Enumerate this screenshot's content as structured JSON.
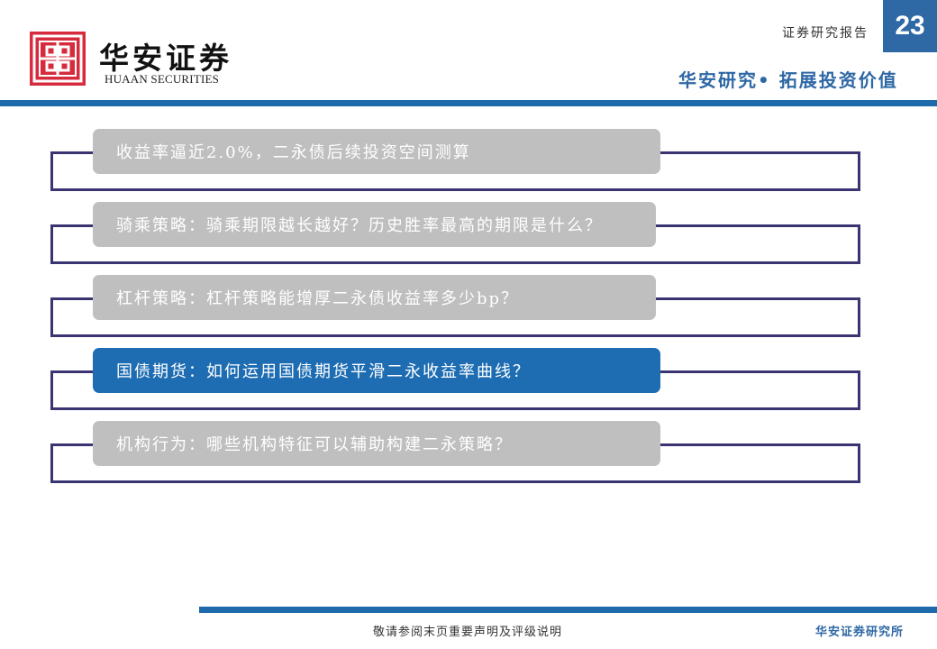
{
  "header": {
    "logo_cn": "华安证券",
    "logo_en": "HUAAN SECURITIES",
    "report_label": "证券研究报告",
    "page_number": "23",
    "slogan": "华安研究• 拓展投资价值"
  },
  "agenda": {
    "items": [
      {
        "label": "收益率逼近2.0%，二永债后续投资空间测算",
        "active": false
      },
      {
        "label": "骑乘策略：骑乘期限越长越好？历史胜率最高的期限是什么？",
        "active": false
      },
      {
        "label": "杠杆策略：杠杆策略能增厚二永债收益率多少bp？",
        "active": false
      },
      {
        "label": "国债期货：如何运用国债期货平滑二永收益率曲线？",
        "active": true
      },
      {
        "label": "机构行为：哪些机构特征可以辅助构建二永策略？",
        "active": false
      }
    ]
  },
  "footer": {
    "disclaimer": "敬请参阅末页重要声明及评级说明",
    "brand": "华安证券研究所"
  },
  "colors": {
    "brand_blue": "#1f6aab",
    "logo_red": "#d62b3d",
    "frame_navy": "#3a3472",
    "item_gray": "#bfbfbf",
    "item_active": "#1e6db3"
  }
}
